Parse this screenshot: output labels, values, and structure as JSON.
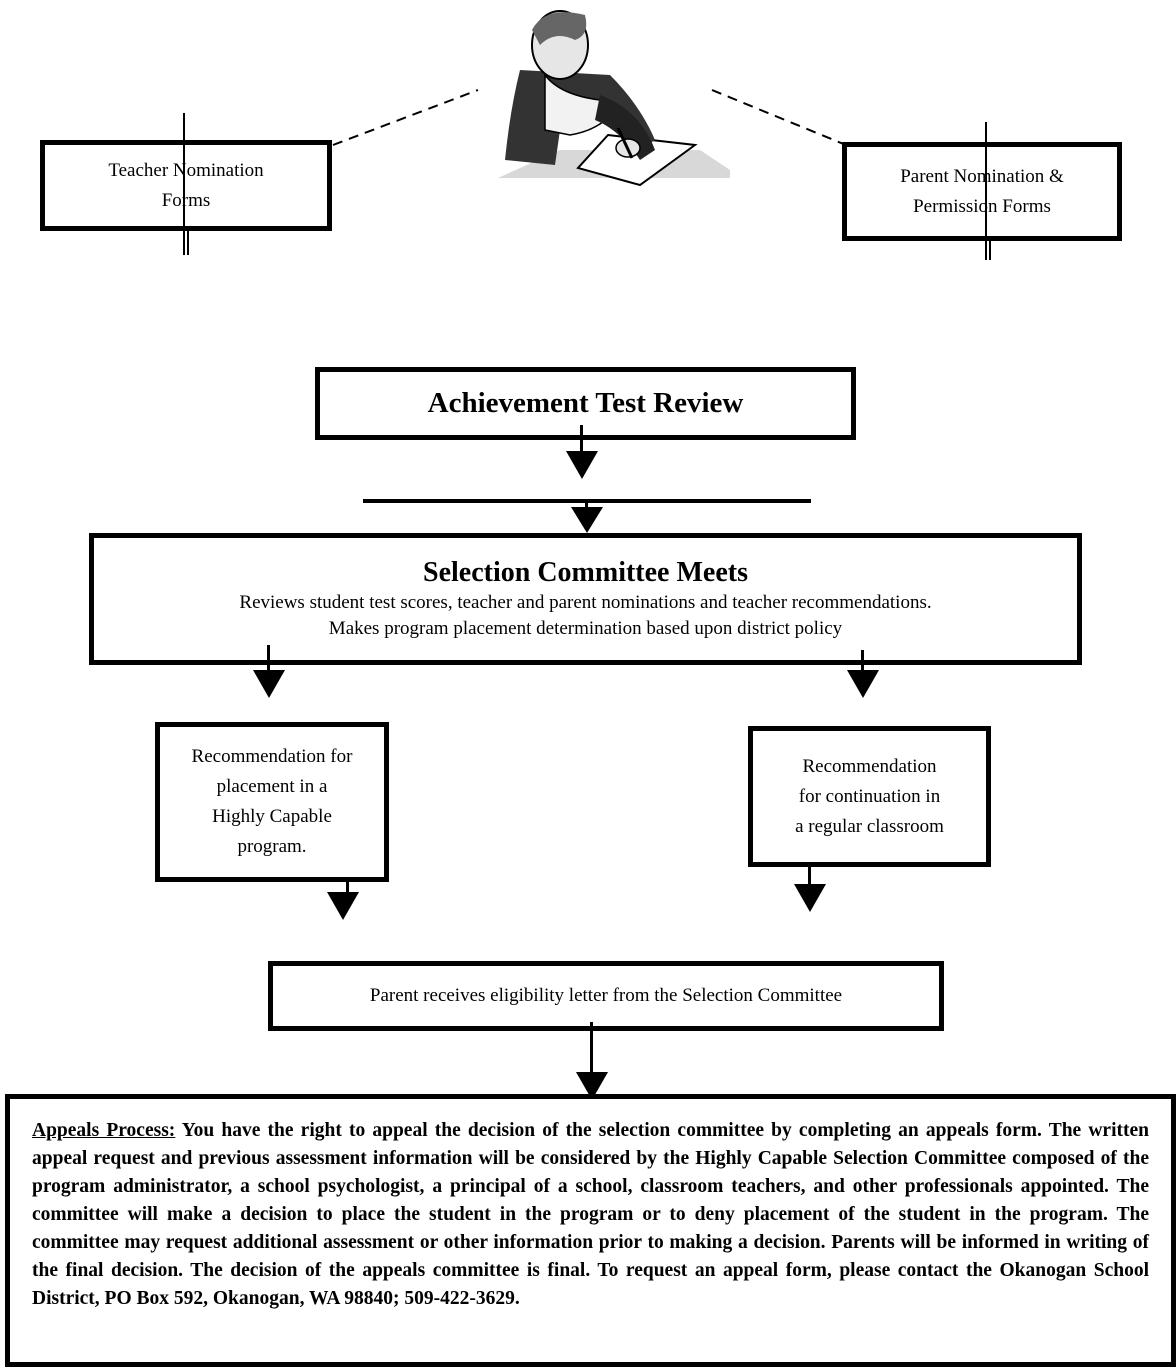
{
  "nominations": {
    "teacher": [
      "Teacher Nomination",
      "Forms"
    ],
    "parent": [
      "Parent Nomination &",
      "Permission Forms"
    ]
  },
  "achievement_review": {
    "title": "Achievement Test Review"
  },
  "selection_committee": {
    "title": "Selection Committee Meets",
    "line1": "Reviews student test scores, teacher and parent nominations and teacher recommendations.",
    "line2": "Makes program placement determination based upon district policy"
  },
  "recommendations": {
    "placement": [
      "Recommendation for",
      "placement in a",
      "Highly Capable",
      "program."
    ],
    "continuation": [
      "Recommendation",
      "for continuation in",
      "a regular classroom"
    ]
  },
  "eligibility_letter": {
    "text": "Parent receives eligibility letter from the Selection  Committee"
  },
  "appeals": {
    "label": "Appeals Process:",
    "text": " You have the right to appeal the decision of the selection committee by completing an appeals form. The written appeal request and previous assessment information will be considered by the Highly Capable Selection Committee composed of the program administrator, a school psychologist, a principal of a school, classroom teachers, and other professionals appointed.  The committee will make a decision to place the student in the program or to deny placement of the student in  the program. The committee may request additional assessment or other information prior to making a  decision. Parents will be informed in writing of the final decision. The decision of the appeals committee is final.  To request an appeal form, please contact the Okanogan School District, PO Box 592, Okanogan, WA 98840; 509-422-3629."
  },
  "illustration": {
    "icon": "student-writing-icon"
  }
}
